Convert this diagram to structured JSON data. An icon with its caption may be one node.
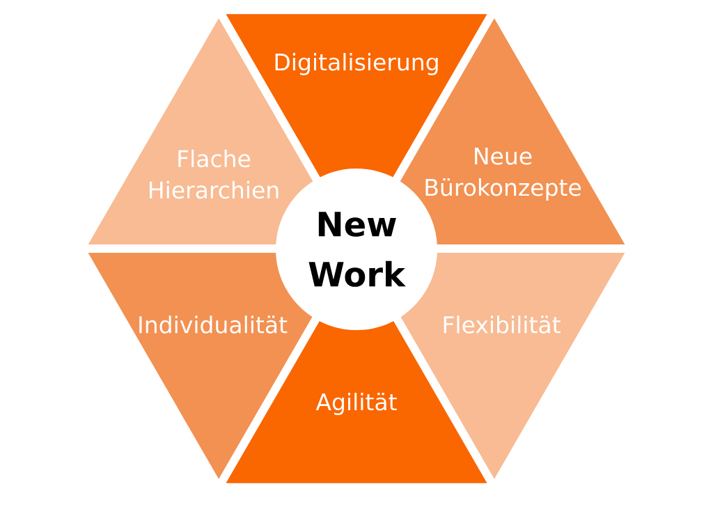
{
  "diagram": {
    "nodes": [
      {
        "text": [
          "Digitalisierung"
        ]
      },
      {
        "text": [
          "Flache Hierarchien"
        ]
      },
      {
        "text": [
          "Neue Bürokonzepte"
        ]
      },
      {
        "text": [
          "New Work"
        ]
      },
      {
        "text": [
          "Individualität"
        ]
      },
      {
        "text": [
          "Flexibilität"
        ]
      },
      {
        "text": [
          "Agilität"
        ]
      }
    ]
  }
}
